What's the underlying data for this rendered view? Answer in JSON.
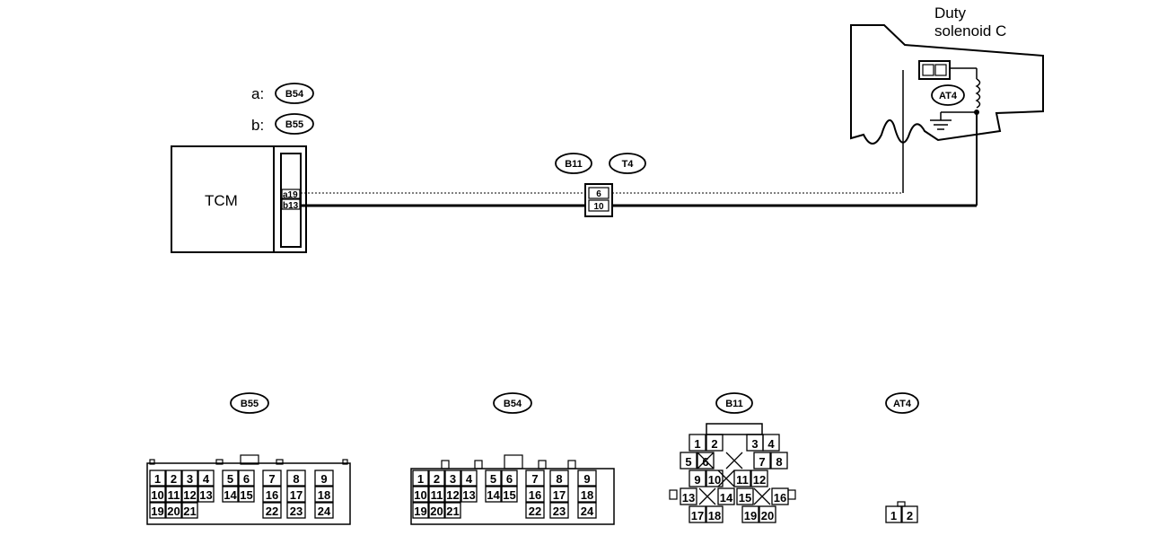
{
  "labels": {
    "a_prefix": "a:",
    "b_prefix": "b:",
    "tcm": "TCM",
    "solenoid_line1": "Duty",
    "solenoid_line2": "solenoid C"
  },
  "tags": {
    "b54": "B54",
    "b55": "B55",
    "b11": "B11",
    "t4": "T4",
    "at4": "AT4"
  },
  "wire_pins": {
    "tcm_top": "a19",
    "tcm_bottom": "b13",
    "b11_top": "6",
    "b11_bottom": "10"
  },
  "connectors": {
    "b55": {
      "tag": "B55",
      "row1": [
        "1",
        "2",
        "3",
        "4",
        "5",
        "6",
        "7",
        "8",
        "9"
      ],
      "row2": [
        "10",
        "11",
        "12",
        "13",
        "14",
        "15",
        "16",
        "17",
        "18"
      ],
      "row3": [
        "19",
        "20",
        "21",
        "22",
        "23",
        "24"
      ]
    },
    "b54": {
      "tag": "B54",
      "row1": [
        "1",
        "2",
        "3",
        "4",
        "5",
        "6",
        "7",
        "8",
        "9"
      ],
      "row2": [
        "10",
        "11",
        "12",
        "13",
        "14",
        "15",
        "16",
        "17",
        "18"
      ],
      "row3": [
        "19",
        "20",
        "21",
        "22",
        "23",
        "24"
      ]
    },
    "b11": {
      "tag": "B11",
      "row1": [
        "1",
        "2",
        "3",
        "4"
      ],
      "row2": [
        "5",
        "6",
        "7",
        "8"
      ],
      "row3": [
        "9",
        "10",
        "11",
        "12"
      ],
      "row4": [
        "13",
        "14",
        "15",
        "16"
      ],
      "row5": [
        "17",
        "18",
        "19",
        "20"
      ]
    },
    "at4": {
      "tag": "AT4",
      "row1": [
        "1",
        "2"
      ]
    }
  }
}
